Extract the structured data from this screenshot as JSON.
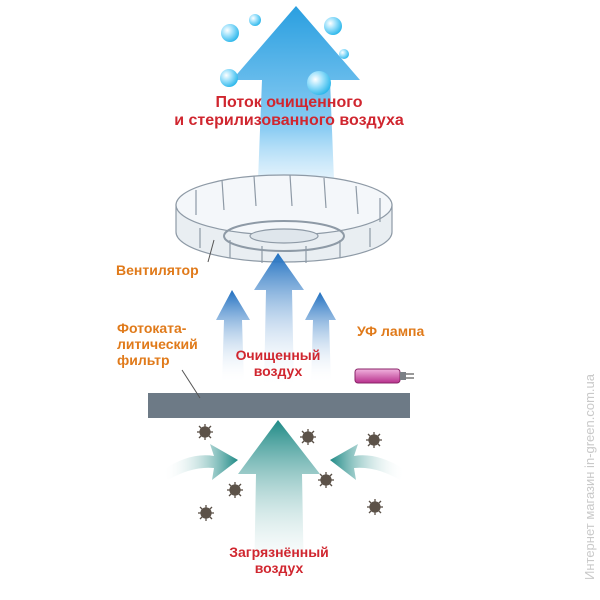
{
  "labels": {
    "clean_flow_line1": "Поток очищенного",
    "clean_flow_line2": "и стерилизованного воздуха",
    "fan": "Вентилятор",
    "filter_line1": "Фотоката-",
    "filter_line2": "литический",
    "filter_line3": "фильтр",
    "uv_lamp": "УФ лампа",
    "purified_line1": "Очищенный",
    "purified_line2": "воздух",
    "dirty_line1": "Загрязнённый",
    "dirty_line2": "воздух"
  },
  "watermark": "Интернет магазин  in-green.com.ua",
  "colors": {
    "clean_flow": "#2a9fe0",
    "purified_air": "#1f6fc0",
    "dirty_air": "#1f8a86",
    "filter": "#6d7a86",
    "uv_lamp": "#c0429a",
    "label_red": "#d0262f",
    "label_orange": "#e07a1a"
  }
}
